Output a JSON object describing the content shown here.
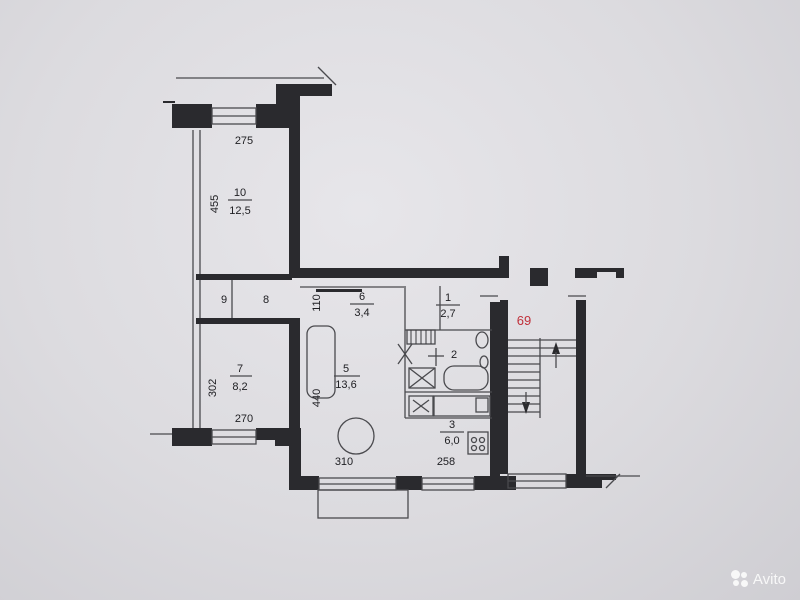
{
  "plan": {
    "rooms": [
      {
        "number": "10",
        "area": "12,5"
      },
      {
        "number": "9"
      },
      {
        "number": "8"
      },
      {
        "number": "7",
        "area": "8,2"
      },
      {
        "number": "6",
        "area": "3,4"
      },
      {
        "number": "5",
        "area": "13,6"
      },
      {
        "number": "1",
        "area": "2,7"
      },
      {
        "number": "2"
      },
      {
        "number": "3",
        "area": "6,0"
      }
    ],
    "dimensions": [
      "275",
      "455",
      "302",
      "270",
      "110",
      "440",
      "310",
      "258"
    ],
    "apartment_number": "69",
    "apartment_color": "#c0303a"
  },
  "watermark": {
    "text": "Avito"
  }
}
